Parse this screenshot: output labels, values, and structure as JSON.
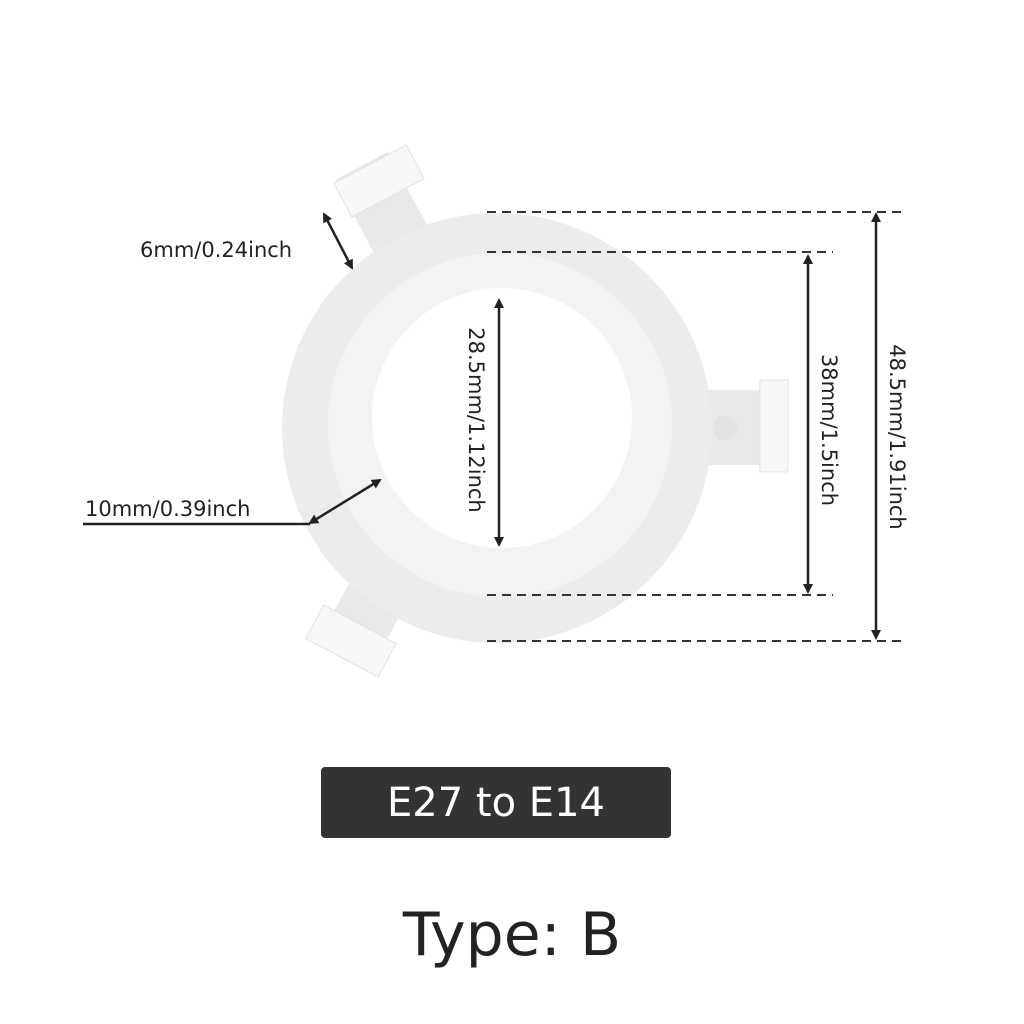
{
  "dimensions": {
    "tab_width": "6mm/0.24inch",
    "ring_width": "10mm/0.39inch",
    "inner_diameter": "28.5mm/1.12inch",
    "flange_diameter": "38mm/1.5inch",
    "outer_diameter": "48.5mm/1.91inch"
  },
  "badge": {
    "label": "E27 to E14",
    "color": "#333333"
  },
  "type_label": "Type: B",
  "colors": {
    "part": "#eeeeee",
    "line": "#222222"
  }
}
